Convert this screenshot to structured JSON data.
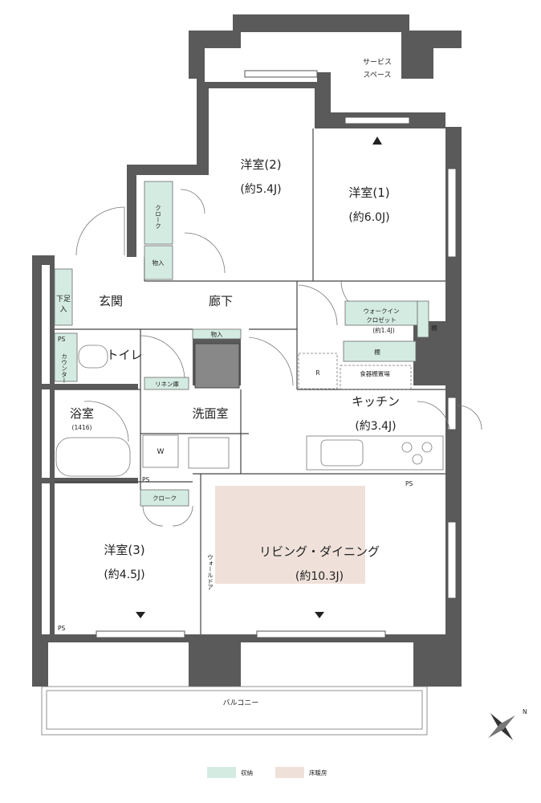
{
  "colors": {
    "storage": "#d4ebe2",
    "floor_heating": "#efe1da",
    "wall": "#5a5a5a"
  },
  "rooms": {
    "service_space": {
      "line1": "サービス",
      "line2": "スペース"
    },
    "bedroom2": {
      "name": "洋室(2)",
      "area": "(約5.4J)"
    },
    "bedroom1": {
      "name": "洋室(1)",
      "area": "(約6.0J)"
    },
    "bedroom3": {
      "name": "洋室(3)",
      "area": "(約4.5J)"
    },
    "kitchen": {
      "name": "キッチン",
      "area": "(約3.4J)"
    },
    "living": {
      "name": "リビング・ダイニング",
      "area": "(約10.3J)"
    },
    "entrance": {
      "name": "玄関"
    },
    "hallway": {
      "name": "廊下"
    },
    "toilet": {
      "name": "トイレ"
    },
    "bath": {
      "name": "浴室",
      "size": "(1416)"
    },
    "washroom": {
      "name": "洗面室"
    },
    "balcony": {
      "name": "バルコニー"
    }
  },
  "fixtures": {
    "cloak_top": "クローク",
    "storage_top": "物入",
    "storage_hall": "物入",
    "shoe_box_line1": "下足",
    "shoe_box_line2": "入",
    "ps_toilet": "PS",
    "counter": "カウンター",
    "linen": "リネン庫",
    "w": "W",
    "ps_bath": "PS",
    "cloak_bottom": "クローク",
    "ps_bottom": "PS",
    "ps_kitchen": "PS",
    "wic_line1": "ウォークイン",
    "wic_line2": "クロゼット",
    "wic_area": "(約1.4J)",
    "shelf_wic": "棚",
    "shelf": "棚",
    "r": "R",
    "cupboard": "食器棚置場",
    "wall_door": "ウォールドア"
  },
  "legend": {
    "storage": "収納",
    "floor_heating": "床暖房"
  },
  "compass": {
    "north": "N"
  }
}
